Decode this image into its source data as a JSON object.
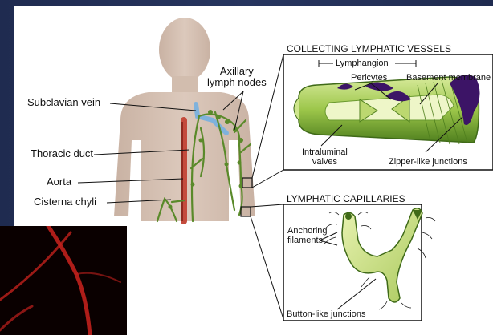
{
  "body_labels": {
    "axillary_lymph_nodes": "Axillary\nlymph nodes",
    "subclavian_vein": "Subclavian vein",
    "thoracic_duct": "Thoracic duct",
    "aorta": "Aorta",
    "cisterna_chyli": "Cisterna chyli"
  },
  "collecting_panel": {
    "title": "COLLECTING LYMPHATIC VESSELS",
    "lymphangion": "Lymphangion",
    "pericytes": "Pericytes",
    "basement_membrane": "Basement membrane",
    "intraluminal_valves": "Intraluminal\nvalves",
    "zipper_junctions": "Zipper-like junctions"
  },
  "capillary_panel": {
    "title": "LYMPHATIC CAPILLARIES",
    "anchoring_filaments": "Anchoring\nfilaments",
    "button_junctions": "Button-like junctions"
  },
  "colors": {
    "slide_background": "#1f2b50",
    "lymph_green": "#5a8a2a",
    "skin": "#d8c4b6",
    "vein_blue": "#7fb2dc",
    "aorta_red": "#c44b3c",
    "pericyte_purple": "#3c1466",
    "micrograph_red": "#c0201c"
  }
}
